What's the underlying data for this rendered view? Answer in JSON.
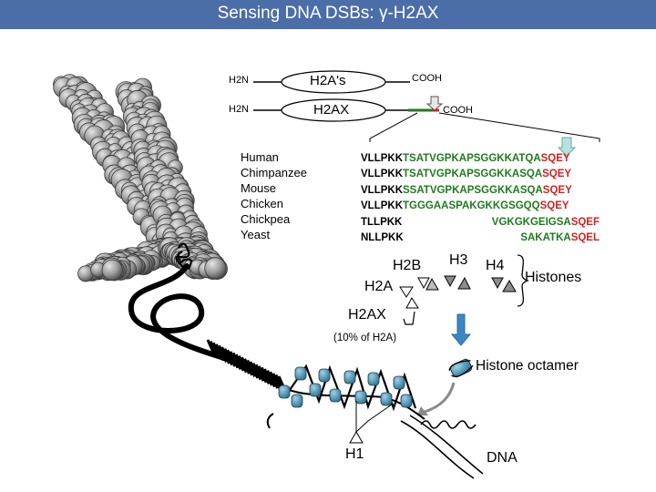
{
  "title": "Sensing DNA DSBs: γ-H2AX",
  "proteins": {
    "h2a": {
      "n_label": "H2N",
      "name": "H2A's",
      "c_label": "COOH"
    },
    "h2ax": {
      "n_label": "H2N",
      "name": "H2AX",
      "c_label": "COOH"
    }
  },
  "species": [
    "Human",
    "Chimpanzee",
    "Mouse",
    "Chicken",
    "Chickpea",
    "Yeast"
  ],
  "sequences": [
    {
      "a": "VLLPKK",
      "b": "TSATVGPKAPSGGKKATQA",
      "c": "SQEY"
    },
    {
      "a": "VLLPKK",
      "b": "TSATVGPKAPSGGKKASQA",
      "c": "SQEY"
    },
    {
      "a": "VLLPKK",
      "b": "SSATVGPKAPSGGKKASQA",
      "c": "SQEY"
    },
    {
      "a": "VLLPKK",
      "b": "TGGGAASPAKGKKGSGQQ",
      "c": "SQEY"
    },
    {
      "a": "TLLPKK",
      "b": "VGKGKGEIGSA",
      "c": "SQEF"
    },
    {
      "a": "NLLPKK",
      "b": "SAKATKA",
      "c": "SQEL"
    }
  ],
  "histone_labels": {
    "h2b": "H2B",
    "h3": "H3",
    "h4": "H4",
    "h2a": "H2A",
    "h2ax": "H2AX",
    "h2ax_note": "(10% of H2A)",
    "histones": "Histones"
  },
  "octamer_label": "Histone octamer",
  "h1_label": "H1",
  "dna_label": "DNA",
  "colors": {
    "title_bar": "#4b6ea8",
    "conserved": "#1e7b1e",
    "motif": "#d42020",
    "nucleosome": "#3d86a8",
    "arrow": "#3d86c4"
  }
}
